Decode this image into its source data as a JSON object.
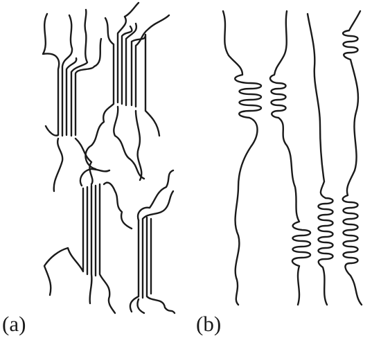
{
  "panels": [
    {
      "id": "a",
      "label": "(a)"
    },
    {
      "id": "b",
      "label": "(b)"
    }
  ]
}
